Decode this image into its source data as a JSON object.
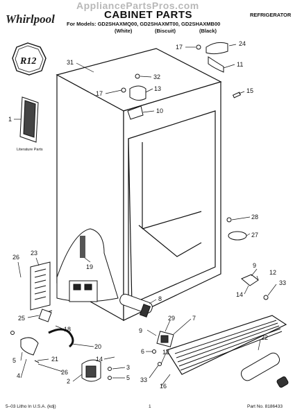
{
  "watermark": "AppliancePartsPros.com",
  "brand": "Whirlpool",
  "title": "CABINET PARTS",
  "category": "REFRIGERATOR",
  "models_line": "For Models: GD2SHAXMQ00, GD2SHAXMT00, GD2SHAXMB00",
  "colors": [
    "(White)",
    "(Biscuit)",
    "(Black)"
  ],
  "badge": "R12",
  "literature_label": "Literature Parts",
  "callouts": [
    {
      "id": "c24",
      "text": "24"
    },
    {
      "id": "c17a",
      "text": "17"
    },
    {
      "id": "c11",
      "text": "11"
    },
    {
      "id": "c31",
      "text": "31"
    },
    {
      "id": "c32",
      "text": "32"
    },
    {
      "id": "c17b",
      "text": "17"
    },
    {
      "id": "c13",
      "text": "13"
    },
    {
      "id": "c15",
      "text": "15"
    },
    {
      "id": "c10",
      "text": "10"
    },
    {
      "id": "c1",
      "text": "1"
    },
    {
      "id": "c28",
      "text": "28"
    },
    {
      "id": "c27",
      "text": "27"
    },
    {
      "id": "c23",
      "text": "23"
    },
    {
      "id": "c26a",
      "text": "26"
    },
    {
      "id": "c19",
      "text": "19"
    },
    {
      "id": "c9a",
      "text": "9"
    },
    {
      "id": "c12a",
      "text": "12"
    },
    {
      "id": "c33a",
      "text": "33"
    },
    {
      "id": "c14a",
      "text": "14"
    },
    {
      "id": "c8",
      "text": "8"
    },
    {
      "id": "c25",
      "text": "25"
    },
    {
      "id": "c18",
      "text": "18"
    },
    {
      "id": "c29",
      "text": "29"
    },
    {
      "id": "c7",
      "text": "7"
    },
    {
      "id": "c9b",
      "text": "9"
    },
    {
      "id": "c20",
      "text": "20"
    },
    {
      "id": "c22",
      "text": "22"
    },
    {
      "id": "c5a",
      "text": "5"
    },
    {
      "id": "c21",
      "text": "21"
    },
    {
      "id": "c4",
      "text": "4"
    },
    {
      "id": "c26b",
      "text": "26"
    },
    {
      "id": "c14b",
      "text": "14"
    },
    {
      "id": "c6",
      "text": "6"
    },
    {
      "id": "c12b",
      "text": "12"
    },
    {
      "id": "c3",
      "text": "3"
    },
    {
      "id": "c2",
      "text": "2"
    },
    {
      "id": "c5b",
      "text": "5"
    },
    {
      "id": "c33b",
      "text": "33"
    },
    {
      "id": "c16",
      "text": "16"
    }
  ],
  "footer": {
    "left": "5–03 Litho In U.S.A. (kdj)",
    "page": "1",
    "part_no": "Part No. 8186433"
  }
}
